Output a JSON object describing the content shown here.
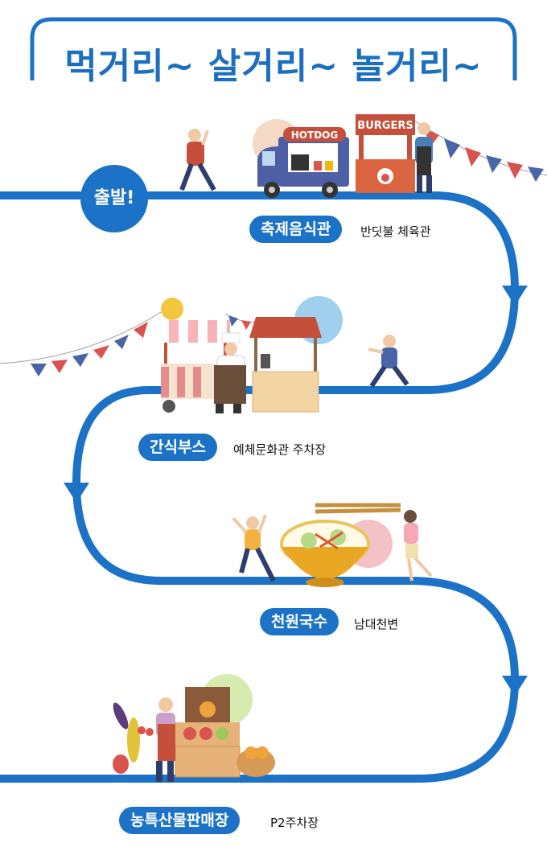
{
  "title": "먹거리~ 살거리~ 놀거리~",
  "start_label": "출발!",
  "signs": {
    "hotdog": "HOTDOG",
    "burgers": "BURGERS"
  },
  "stops": [
    {
      "name": "축제음식관",
      "location": "반딧불 체육관"
    },
    {
      "name": "간식부스",
      "location": "예체문화관 주차장"
    },
    {
      "name": "천원국수",
      "location": "남대천변"
    },
    {
      "name": "농특산물판매장",
      "location": "P2주차장"
    }
  ],
  "colors": {
    "route": "#1c72c6",
    "title": "#1c6fbf",
    "accent_red": "#c4503b",
    "pennant_blue": "#4a64a8",
    "pennant_red": "#d9534f"
  }
}
